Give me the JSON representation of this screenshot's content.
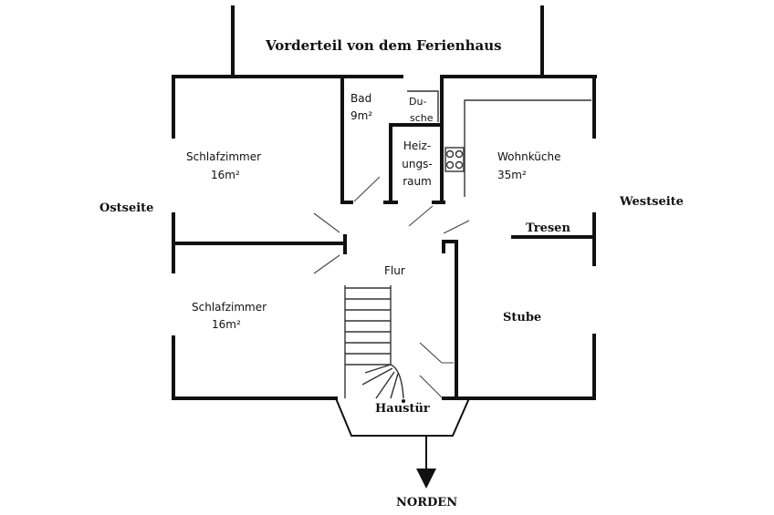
{
  "title": "Vorderteil von dem Ferienhaus",
  "sides": {
    "east": "Ostseite",
    "west": "Westseite",
    "north": "NORDEN"
  },
  "rooms": {
    "bedroom_top": {
      "name": "Schlafzimmer",
      "area": "16m²"
    },
    "bedroom_bottom": {
      "name": "Schlafzimmer",
      "area": "16m²"
    },
    "bath": {
      "name": "Bad",
      "area": "9m²"
    },
    "shower": {
      "line1": "Du-",
      "line2": "sche"
    },
    "boiler": {
      "line1": "Heiz-",
      "line2": "ungs-",
      "line3": "raum"
    },
    "kitchen": {
      "name": "Wohnküche",
      "area": "35m²"
    },
    "counter": "Tresen",
    "hall": "Flur",
    "living": "Stube",
    "front_door": "Haustür"
  }
}
